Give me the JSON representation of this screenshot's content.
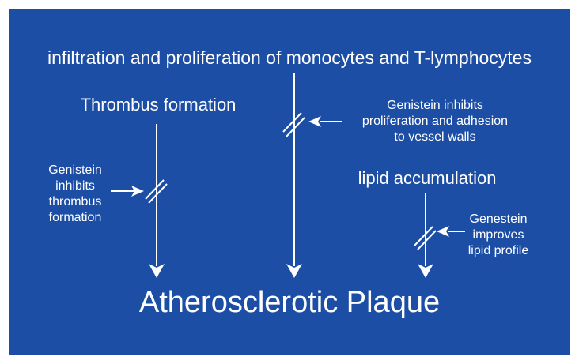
{
  "diagram": {
    "top_cause": "infiltration and proliferation of monocytes and T-lymphocytes",
    "left_cause": "Thrombus formation",
    "right_cause": "lipid accumulation",
    "outcome": "Atherosclerotic Plaque",
    "notes": {
      "thrombus": "Genistein\ninhibits\nthrombus\nformation",
      "proliferation": "Genistein inhibits\nproliferation and adhesion\nto vessel walls",
      "lipid": "Genestein\nimproves\nlipid profile"
    },
    "colors": {
      "background": "#1c4ea6",
      "foreground": "#ffffff"
    }
  }
}
